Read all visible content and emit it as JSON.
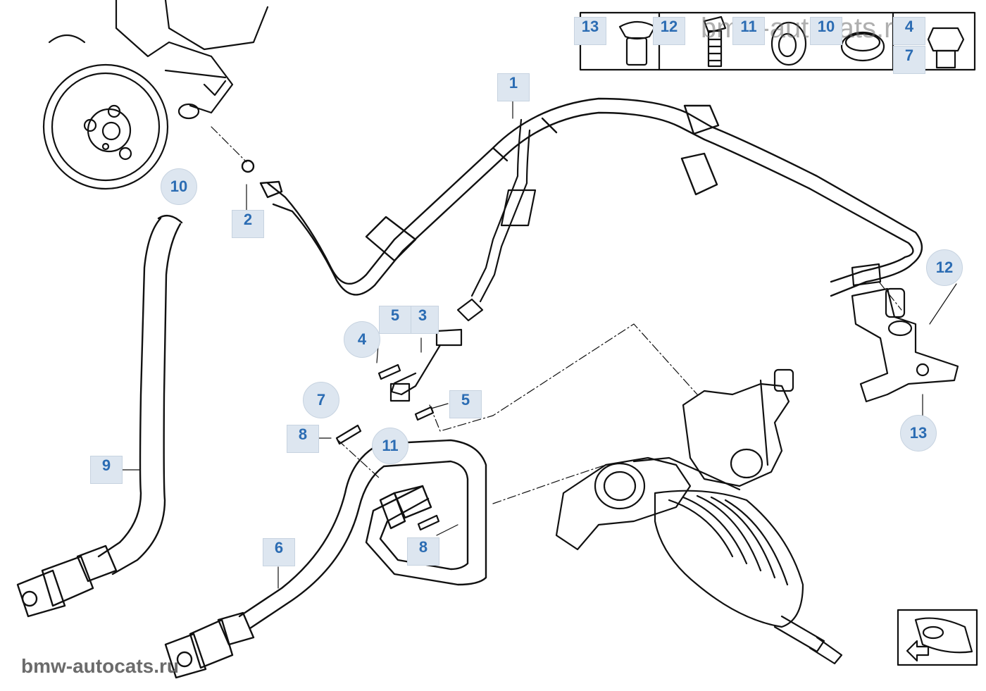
{
  "watermark_top": "bmw-autocats.ru",
  "watermark_bottom": "bmw-autocats.ru",
  "legend_labels": [
    "13",
    "12",
    "11",
    "10",
    "4",
    "7"
  ],
  "labels": {
    "c1": "1",
    "c2": "2",
    "c3": "3",
    "c4": "4",
    "c5a": "5",
    "c5b": "5",
    "c6": "6",
    "c7": "7",
    "c8a": "8",
    "c8b": "8",
    "c9": "9",
    "c10": "10",
    "c11": "11",
    "c12": "12",
    "c13": "13"
  },
  "colors": {
    "callout_bg": "#dde6f0",
    "callout_text": "#2b6cb3",
    "line": "#111111"
  },
  "icons": [
    "power-steering-pump",
    "pressure-hose",
    "return-hose",
    "steering-gear",
    "vehicle-location-icon"
  ]
}
